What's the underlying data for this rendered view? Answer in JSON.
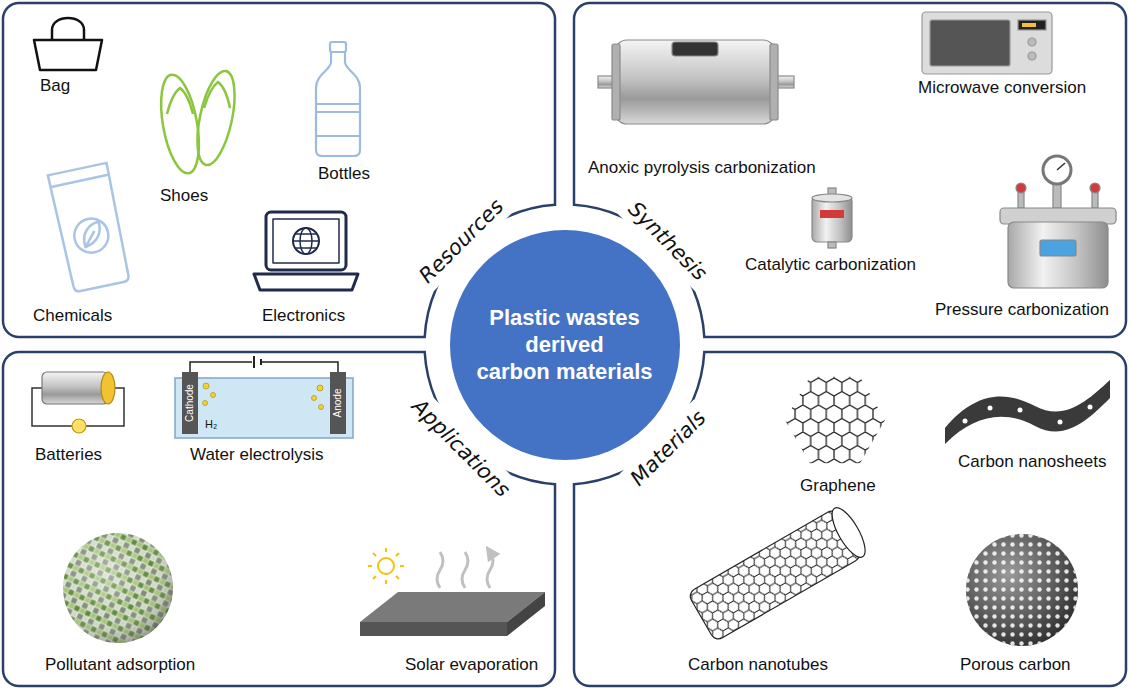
{
  "diagram": {
    "nodes": [
      {
        "text": [
          "Plastic wastes derived carbon materials"
        ]
      },
      {
        "text": [
          "Resources",
          "Bag",
          "Shoes",
          "Bottles",
          "Chemicals",
          "Electronics"
        ]
      },
      {
        "text": [
          "Synthesis",
          "Anoxic pyrolysis carbonization",
          "Microwave conversion",
          "Catalytic carbonization",
          "Pressure carbonization"
        ]
      },
      {
        "text": [
          "Applications",
          "Batteries",
          "Water electrolysis",
          "Pollutant adsorption",
          "Solar evaporation"
        ]
      },
      {
        "text": [
          "Materials",
          "Graphene",
          "Carbon nanosheets",
          "Carbon nanotubes",
          "Porous carbon"
        ]
      }
    ],
    "labels": [
      "Cathode",
      "Anode",
      "H₂"
    ]
  }
}
